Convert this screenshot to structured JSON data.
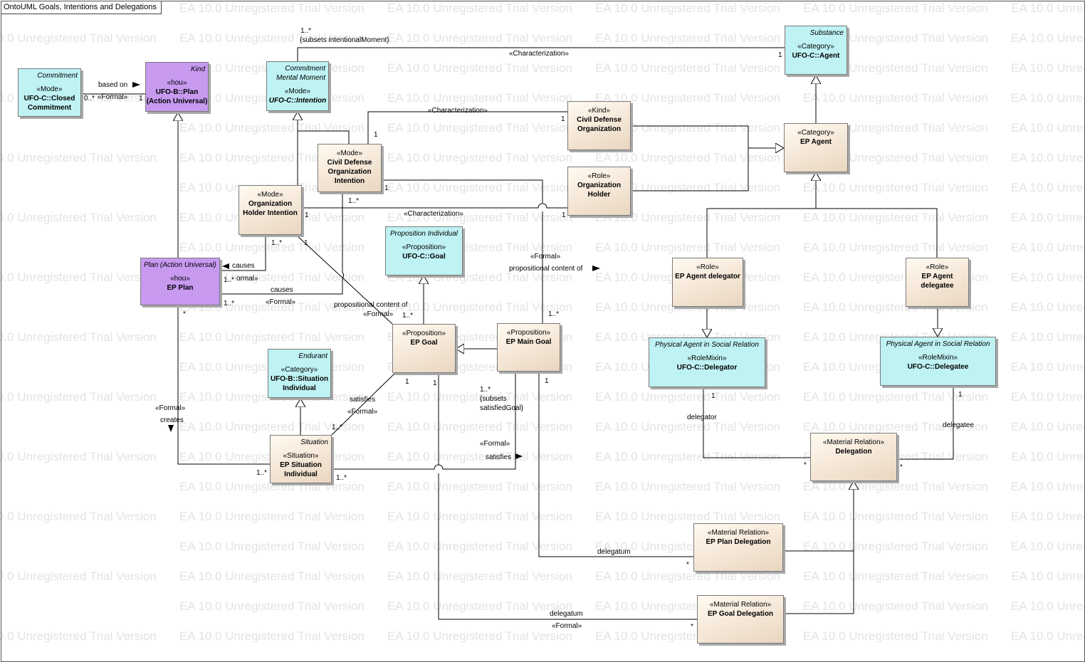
{
  "diagram_title": "OntoUML Goals, Intentions and Delegations",
  "watermark_text": "EA 10.0 Unregistered Trial Version",
  "colors": {
    "tan": "#f3e5d3",
    "cyan": "#bff2f3",
    "purple": "#c79af0",
    "line": "#000000"
  },
  "classes": {
    "closed_commitment": {
      "meta": "Commitment",
      "stereotype": "«Mode»",
      "name1": "UFO-C::Closed",
      "name2": "Commitment"
    },
    "plan_universal": {
      "meta": "Kind",
      "stereotype": "«hou»",
      "name1": "UFO-B::Plan",
      "name2": "(Action Universal)"
    },
    "intention": {
      "meta1": "Commitment",
      "meta2": "Mental Moment",
      "stereotype": "«Mode»",
      "name": "UFO-C::Intention"
    },
    "agent": {
      "meta": "Substance",
      "stereotype": "«Category»",
      "name": "UFO-C::Agent"
    },
    "civil_defense_org": {
      "stereotype": "«Kind»",
      "name1": "Civil Defense",
      "name2": "Organization"
    },
    "cd_org_intention": {
      "stereotype": "«Mode»",
      "name1": "Civil Defense",
      "name2": "Organization",
      "name3": "Intention"
    },
    "ep_agent": {
      "stereotype": "«Category»",
      "name": "EP Agent"
    },
    "org_holder": {
      "stereotype": "«Role»",
      "name1": "Organization",
      "name2": "Holder"
    },
    "org_holder_intention": {
      "stereotype": "«Mode»",
      "name1": "Organization",
      "name2": "Holder Intention"
    },
    "goal": {
      "meta": "Proposition Individual",
      "stereotype": "«Proposition»",
      "name": "UFO-C::Goal"
    },
    "ep_plan": {
      "meta": "Plan (Action Universal)",
      "stereotype": "«hou»",
      "name": "EP Plan"
    },
    "ep_agent_delegator": {
      "stereotype": "«Role»",
      "name": "EP Agent delegator"
    },
    "ep_agent_delegatee": {
      "stereotype": "«Role»",
      "name1": "EP Agent",
      "name2": "delegatee"
    },
    "ep_goal": {
      "stereotype": "«Proposition»",
      "name": "EP Goal"
    },
    "ep_main_goal": {
      "stereotype": "«Proposition»",
      "name": "EP Main Goal"
    },
    "situation_individual": {
      "meta": "Endurant",
      "stereotype": "«Category»",
      "name1": "UFO-B::Situation",
      "name2": "Individual"
    },
    "delegator": {
      "meta": "Physical Agent in Social Relation",
      "stereotype": "«RoleMixin»",
      "name": "UFO-C::Delegator"
    },
    "delegatee": {
      "meta": "Physical Agent in Social Relation",
      "stereotype": "«RoleMixin»",
      "name": "UFO-C::Delegatee"
    },
    "ep_situation": {
      "meta": "Situation",
      "stereotype": "«Situation»",
      "name1": "EP Situation",
      "name2": "Individual"
    },
    "delegation": {
      "stereotype": "«Material Relation»",
      "name": "Delegation"
    },
    "ep_plan_delegation": {
      "stereotype": "«Material Relation»",
      "name": "EP Plan Delegation"
    },
    "ep_goal_delegation": {
      "stereotype": "«Material Relation»",
      "name": "EP Goal Delegation"
    }
  },
  "labels": {
    "based_on": "based on",
    "zero_many": "0..*",
    "formal": "«Formal»",
    "formal_cut": "ormal»",
    "one": "1",
    "one_many": "1..*",
    "star": "*",
    "subsets_intentional": "{subsets intentionalMoment}",
    "characterization": "«Characterization»",
    "causes": "causes",
    "propositional_content_of": "propositional content of",
    "satisfies": "satisfies",
    "creates": "creates",
    "subsets_satisfied1": "{subsets",
    "subsets_satisfied2": "satisfiedGoal}",
    "delegator": "delegator",
    "delegatee": "delegatee",
    "delegatum": "delegatum"
  }
}
